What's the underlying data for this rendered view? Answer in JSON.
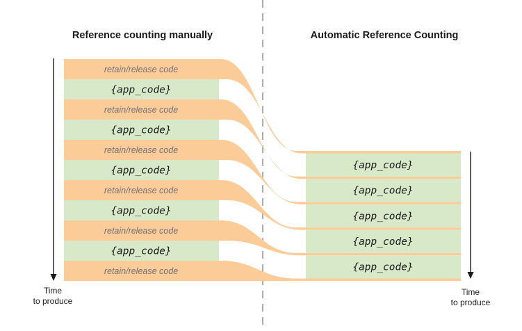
{
  "manual_column": {
    "title": "Reference counting manually",
    "bars": [
      {
        "kind": "retain",
        "label": "retain/release code"
      },
      {
        "kind": "app",
        "label": "{app_code}"
      },
      {
        "kind": "retain",
        "label": "retain/release code"
      },
      {
        "kind": "app",
        "label": "{app_code}"
      },
      {
        "kind": "retain",
        "label": "retain/release code"
      },
      {
        "kind": "app",
        "label": "{app_code}"
      },
      {
        "kind": "retain",
        "label": "retain/release code"
      },
      {
        "kind": "app",
        "label": "{app_code}"
      },
      {
        "kind": "retain",
        "label": "retain/release code"
      },
      {
        "kind": "app",
        "label": "{app_code}"
      },
      {
        "kind": "retain",
        "label": "retain/release code"
      }
    ]
  },
  "arc_column": {
    "title": "Automatic Reference Counting",
    "bars": [
      {
        "label": "{app_code}"
      },
      {
        "label": "{app_code}"
      },
      {
        "label": "{app_code}"
      },
      {
        "label": "{app_code}"
      },
      {
        "label": "{app_code}"
      }
    ]
  },
  "left_axis": {
    "label_line1": "Time",
    "label_line2": "to produce"
  },
  "right_axis": {
    "label_line1": "Time",
    "label_line2": "to produce"
  },
  "colors": {
    "retain_release_band": "#FBCC97",
    "app_code_block": "#D8E9C9",
    "divider_dash": "#ADADAD",
    "retain_text": "#71717A",
    "app_text": "#1C1C1C",
    "axis": "#1A1A1A"
  }
}
